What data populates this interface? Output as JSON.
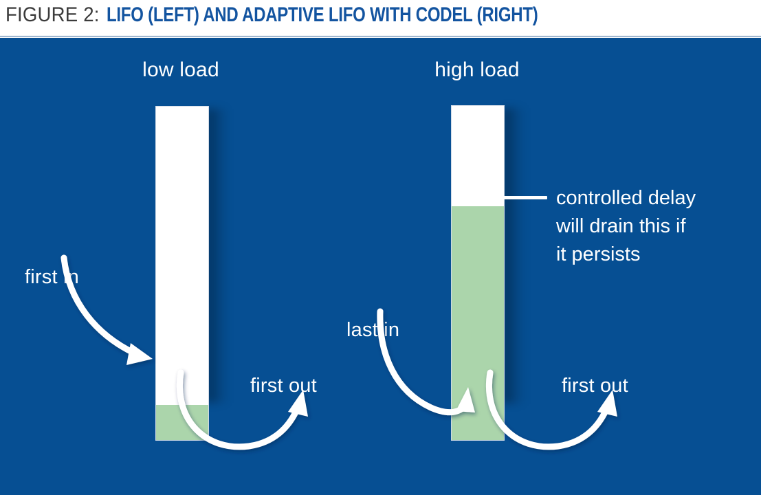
{
  "caption": {
    "label": "FIGURE 2:",
    "title": "LIFO (LEFT) AND ADAPTIVE LIFO WITH CODEL (RIGHT)"
  },
  "panel": {
    "background_color": "#064f93",
    "queue_empty_color": "#ffffff",
    "queue_filled_color": "#abd5ab",
    "annotation_color": "#ffffff"
  },
  "diagrams": [
    {
      "id": "lifo-low-load",
      "heading": "low load",
      "fill_fraction": 0.105,
      "labels": {
        "inbound": "first in",
        "outbound": "first out"
      }
    },
    {
      "id": "adaptive-lifo-codel-high-load",
      "heading": "high load",
      "fill_fraction": 0.7,
      "labels": {
        "inbound": "last in",
        "outbound": "first out"
      },
      "callout": {
        "lines": [
          "controlled delay",
          "will drain this if",
          "it persists"
        ]
      }
    }
  ]
}
